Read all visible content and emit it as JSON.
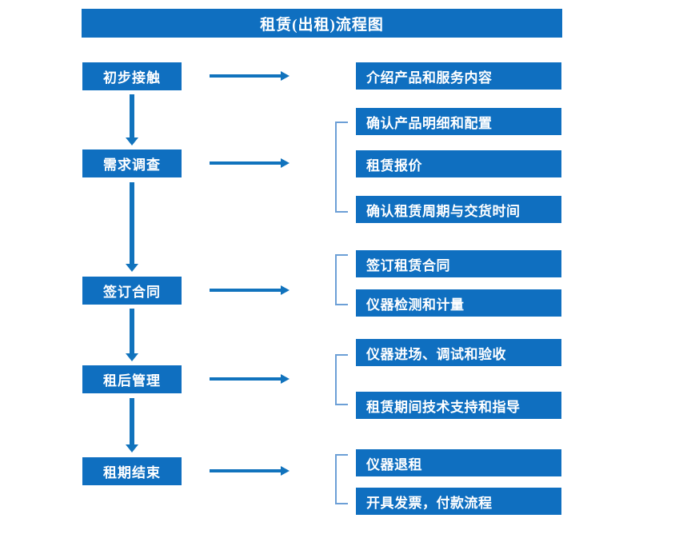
{
  "diagram": {
    "title": "租赁(出租)流程图",
    "accent_color": "#0F6FC0",
    "arrow_color": "#1173BD",
    "bracket_color": "#6C9FD6",
    "text_color": "#FFFFFF",
    "background_color": "#FFFFFF"
  },
  "stages": [
    {
      "label": "初步接触"
    },
    {
      "label": "需求调查"
    },
    {
      "label": "签订合同"
    },
    {
      "label": "租后管理"
    },
    {
      "label": "租期结束"
    }
  ],
  "details": [
    {
      "label": "介绍产品和服务内容"
    },
    {
      "label": "确认产品明细和配置"
    },
    {
      "label": "租赁报价"
    },
    {
      "label": "确认租赁周期与交货时间"
    },
    {
      "label": "签订租赁合同"
    },
    {
      "label": "仪器检测和计量"
    },
    {
      "label": "仪器进场、调试和验收"
    },
    {
      "label": "租赁期间技术支持和指导"
    },
    {
      "label": "仪器退租"
    },
    {
      "label": "开具发票，付款流程"
    }
  ]
}
